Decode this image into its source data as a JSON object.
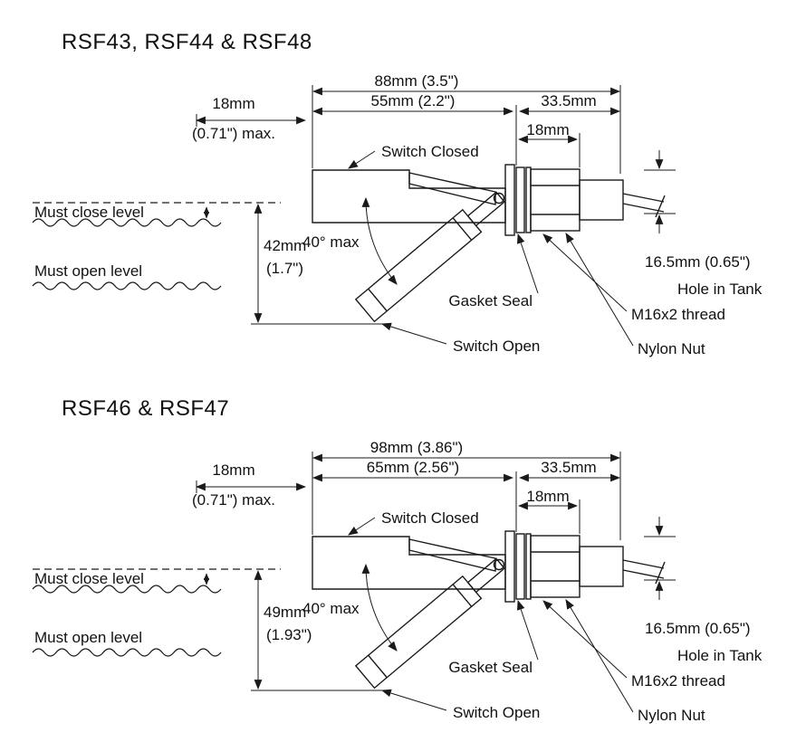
{
  "diagram1": {
    "title": "RSF43, RSF44 & RSF48",
    "dim_overall": "88mm  (3.5\")",
    "dim_body": "55mm  (2.2\")",
    "dim_right": "33.5mm",
    "dim_inner": "18mm",
    "dim_left_top": "18mm",
    "dim_left_bottom": "(0.71\") max.",
    "switch_closed": "Switch Closed",
    "must_close_level": "Must close level",
    "must_open_level": "Must open level",
    "dim_vertical_top": "42mm",
    "dim_vertical_bottom": "(1.7\")",
    "angle_max": "40° max",
    "gasket_seal": "Gasket Seal",
    "thread": "M16x2 thread",
    "nylon_nut": "Nylon Nut",
    "hole_size": "16.5mm (0.65\")",
    "hole_label": "Hole in Tank",
    "switch_open": "Switch Open"
  },
  "diagram2": {
    "title": "RSF46 & RSF47",
    "dim_overall": "98mm  (3.86\")",
    "dim_body": "65mm  (2.56\")",
    "dim_right": "33.5mm",
    "dim_inner": "18mm",
    "dim_left_top": "18mm",
    "dim_left_bottom": "(0.71\") max.",
    "switch_closed": "Switch Closed",
    "must_close_level": "Must close level",
    "must_open_level": "Must open level",
    "dim_vertical_top": "49mm",
    "dim_vertical_bottom": "(1.93\")",
    "angle_max": "40° max",
    "gasket_seal": "Gasket Seal",
    "thread": "M16x2 thread",
    "nylon_nut": "Nylon Nut",
    "hole_size": "16.5mm (0.65\")",
    "hole_label": "Hole in Tank",
    "switch_open": "Switch Open"
  }
}
